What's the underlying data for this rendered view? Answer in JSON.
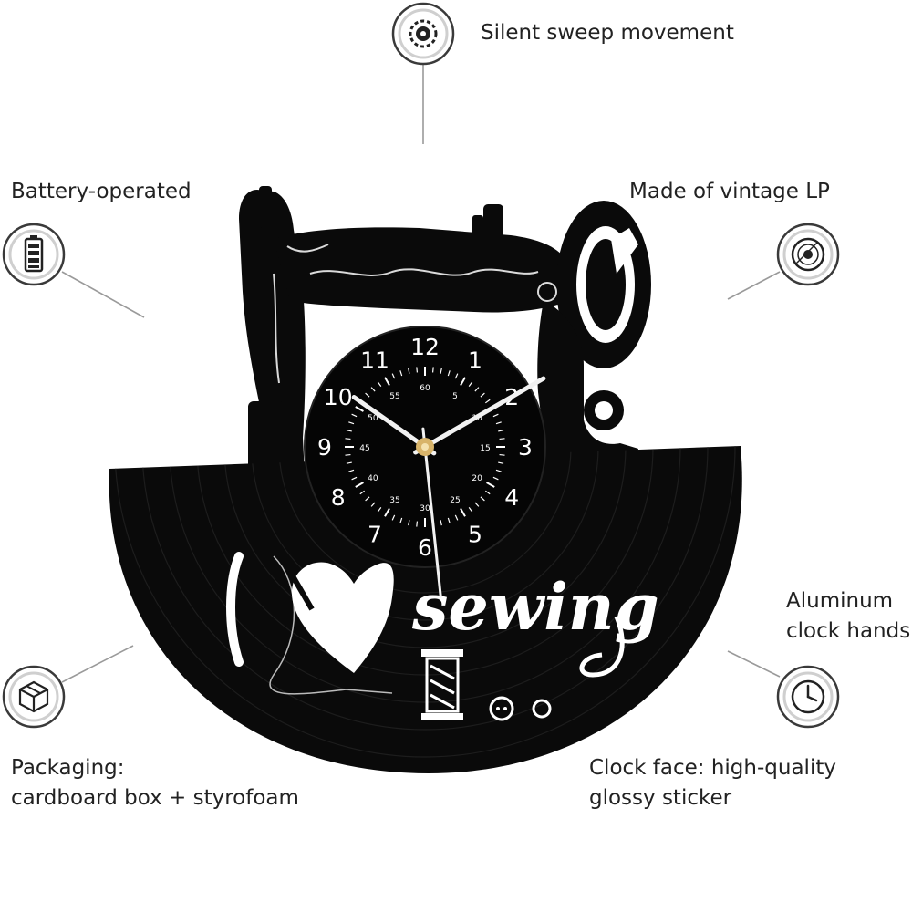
{
  "features": {
    "movement": {
      "text": "Silent sweep movement",
      "icon": "gear-icon"
    },
    "power": {
      "text": "Battery-operated",
      "icon": "battery-icon"
    },
    "material": {
      "text": "Made of vintage LP",
      "icon": "vinyl-record-icon"
    },
    "hands": {
      "line1": "Aluminum",
      "line2": "clock hands",
      "icon": "clock-icon"
    },
    "packaging": {
      "line1": "Packaging:",
      "line2": "cardboard box + styrofoam",
      "icon": "box-icon"
    },
    "face": {
      "line1": "Clock face: high-quality",
      "line2": "glossy sticker",
      "icon": "sticker-icon"
    }
  },
  "clock": {
    "hours": [
      "12",
      "1",
      "2",
      "3",
      "4",
      "5",
      "6",
      "7",
      "8",
      "9",
      "10",
      "11"
    ],
    "minutes": [
      "60",
      "5",
      "10",
      "15",
      "20",
      "25",
      "30",
      "35",
      "40",
      "45",
      "50",
      "55"
    ],
    "time": {
      "hour": 10,
      "minute": 10,
      "second": 29
    }
  },
  "artwork": {
    "text": "sewing"
  },
  "colors": {
    "record": "#0a0a0a",
    "text": "#222222",
    "line": "#999999",
    "hub": "#d8b46a"
  }
}
